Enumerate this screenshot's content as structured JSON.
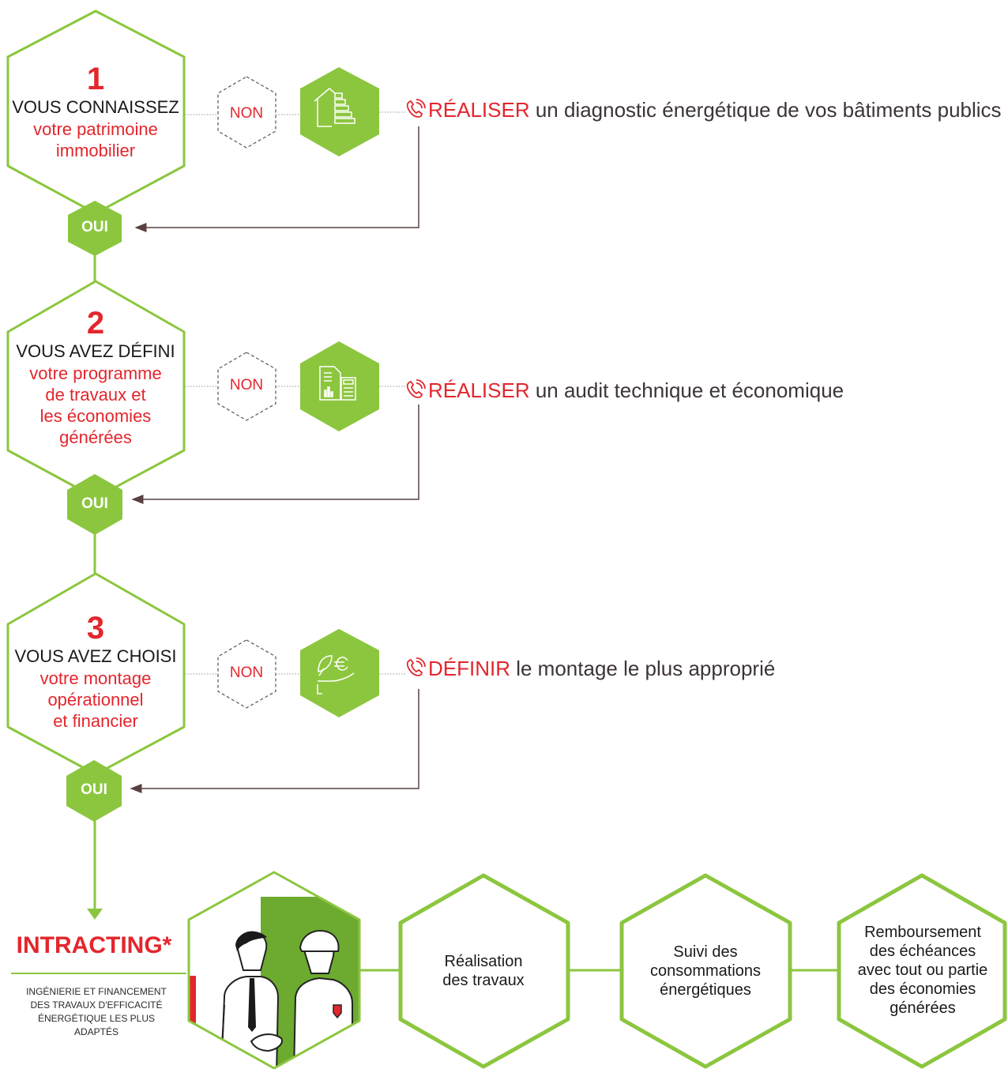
{
  "steps": [
    {
      "number": "1",
      "question": "VOUS CONNAISSEZ",
      "detail": [
        "votre patrimoine",
        "immobilier"
      ],
      "no_label": "NON",
      "yes_label": "OUI",
      "icon": "house-energy-label-icon",
      "action": {
        "verb": "RÉALISER",
        "text": " un diagnostic énergétique de vos bâtiments publics"
      }
    },
    {
      "number": "2",
      "question": "VOUS AVEZ DÉFINI",
      "detail": [
        "votre programme",
        "de travaux et",
        "les économies",
        "générées"
      ],
      "no_label": "NON",
      "yes_label": "OUI",
      "icon": "document-calculator-icon",
      "action": {
        "verb": "RÉALISER",
        "text": " un audit technique et économique"
      }
    },
    {
      "number": "3",
      "question": "VOUS AVEZ CHOISI",
      "detail": [
        "votre montage",
        "opérationnel",
        "et financier"
      ],
      "no_label": "NON",
      "yes_label": "OUI",
      "icon": "hand-euro-leaf-icon",
      "action": {
        "verb": "DÉFINIR",
        "text": " le montage le plus approprié"
      }
    }
  ],
  "intracting": {
    "title": "INTRACTING*",
    "subtitle": [
      "INGÉNIERIE ET FINANCEMENT",
      "DES TRAVAUX D'EFFICACITÉ",
      "ÉNERGÉTIQUE LES PLUS ADAPTÉS"
    ]
  },
  "process": [
    {
      "lines": [
        "Réalisation",
        "des travaux"
      ]
    },
    {
      "lines": [
        "Suivi des",
        "consommations",
        "énergétiques"
      ]
    },
    {
      "lines": [
        "Remboursement",
        "des échéances",
        "avec tout ou partie",
        "des économies",
        "générées"
      ]
    }
  ],
  "colors": {
    "green": "#8cc63f",
    "red": "#e3262d",
    "text": "#3d3535",
    "arrow": "#5a4040"
  }
}
